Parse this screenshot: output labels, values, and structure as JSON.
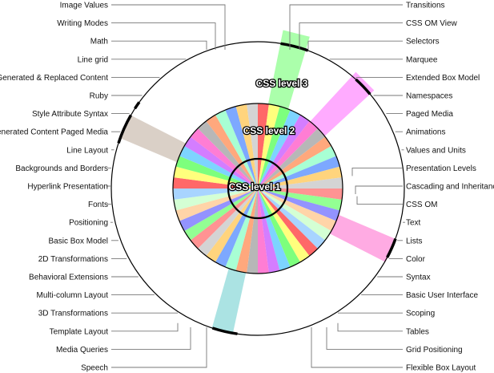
{
  "diagram": {
    "ring_titles": {
      "level1": "CSS level 1",
      "level2": "CSS level 2",
      "level3": "CSS level 3"
    },
    "left_labels": [
      "Image Values",
      "Writing Modes",
      "Math",
      "Line grid",
      "Generated & Replaced Content",
      "Ruby",
      "Style Attribute Syntax",
      "Generated Content Paged Media",
      "Line Layout",
      "Backgrounds and Borders",
      "Hyperlink Presentation",
      "Fonts",
      "Positioning",
      "Basic Box Model",
      "2D Transformations",
      "Behavioral Extensions",
      "Multi-column Layout",
      "3D Transformations",
      "Template Layout",
      "Media Queries",
      "Speech"
    ],
    "right_labels": [
      "Transitions",
      "CSS OM View",
      "Selectors",
      "Marquee",
      "Extended Box Model",
      "Namespaces",
      "Paged Media",
      "Animations",
      "Values and Units",
      "Presentation Levels",
      "Cascading and Inheritance",
      "CSS OM",
      "Text",
      "Lists",
      "Color",
      "Syntax",
      "Basic User Interface",
      "Scoping",
      "Tables",
      "Grid Positioning",
      "Flexible Box Layout"
    ],
    "wedge_colors": [
      "#ff4d4d",
      "#ffff66",
      "#66ff66",
      "#66ccff",
      "#cc66ff",
      "#ff66cc",
      "#aaaaaa",
      "#ff9966",
      "#99ffcc",
      "#6699ff",
      "#ffcc66",
      "#cccccc",
      "#ff8080",
      "#80ff80",
      "#8080ff",
      "#ffcc99",
      "#ccffcc",
      "#99ccff"
    ],
    "highlight_colors": [
      "#66ff66",
      "#ff66ff",
      "#ff66cc",
      "#66cccc",
      "#bbaa99"
    ]
  }
}
